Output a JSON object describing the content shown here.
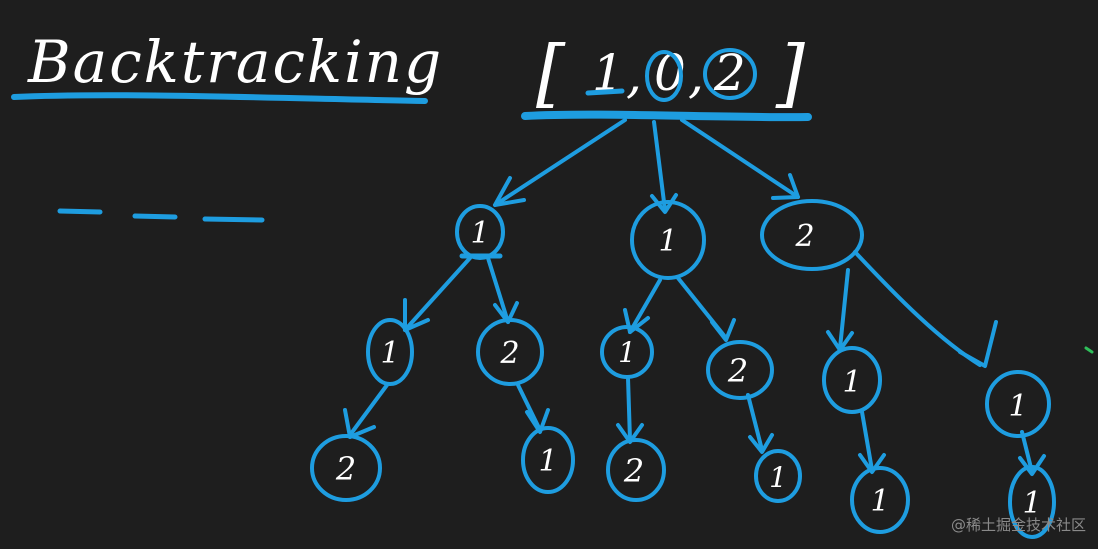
{
  "title": "Backtracking",
  "array": {
    "open": "[",
    "items": [
      "1",
      "0",
      "2"
    ],
    "sep": ",",
    "close": "]"
  },
  "tree": {
    "level1": [
      "1",
      "1",
      "2"
    ],
    "level2": [
      "1",
      "2",
      "1",
      "2",
      "1",
      "1"
    ],
    "level3": [
      "2",
      "1",
      "2",
      "1",
      "1",
      "1"
    ]
  },
  "watermark": "@稀土掘金技术社区",
  "colors": {
    "background": "#1e1e1e",
    "ink": "#ffffff",
    "accent": "#1e9de0"
  }
}
